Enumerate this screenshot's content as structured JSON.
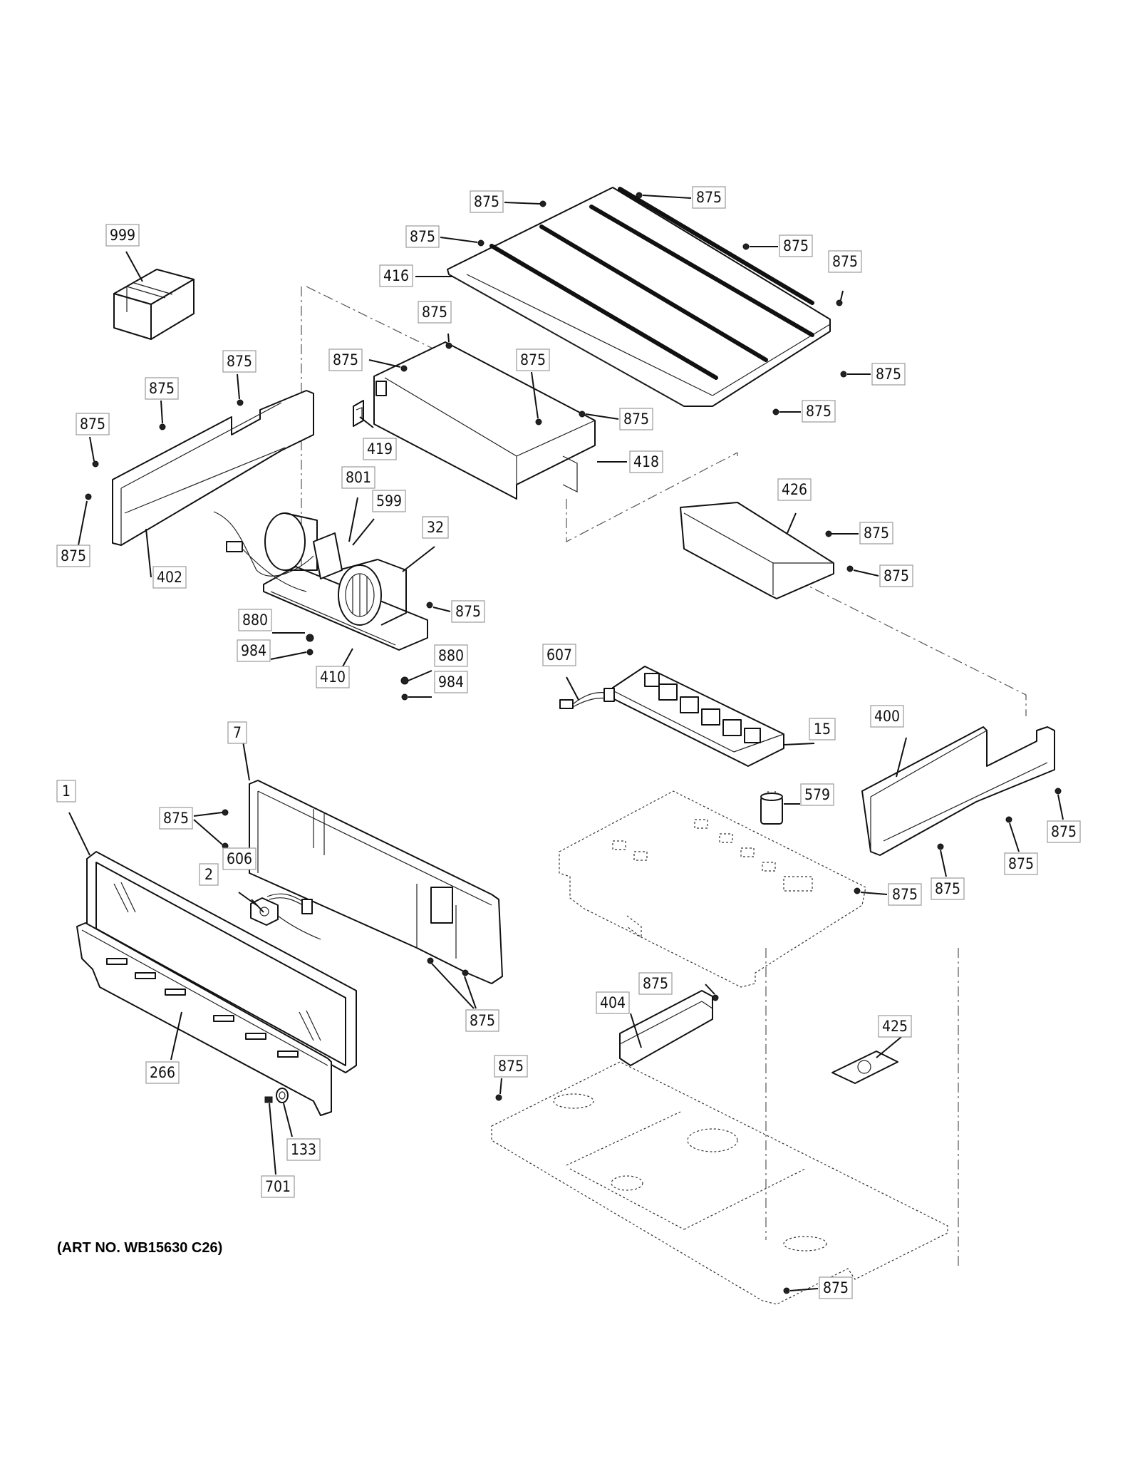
{
  "art_number": "(ART NO. WB15630 C26)",
  "callouts": {
    "c999": "999",
    "c416": "416",
    "c419": "419",
    "c418": "418",
    "c402": "402",
    "c801": "801",
    "c599": "599",
    "c32": "32",
    "c880a": "880",
    "c984a": "984",
    "c880b": "880",
    "c984b": "984",
    "c410": "410",
    "c426": "426",
    "c607": "607",
    "c15": "15",
    "c400": "400",
    "c579": "579",
    "c7": "7",
    "c1": "1",
    "c606": "606",
    "c2": "2",
    "c266": "266",
    "c133": "133",
    "c701": "701",
    "c404": "404",
    "c425": "425"
  },
  "screw_callout": "875"
}
